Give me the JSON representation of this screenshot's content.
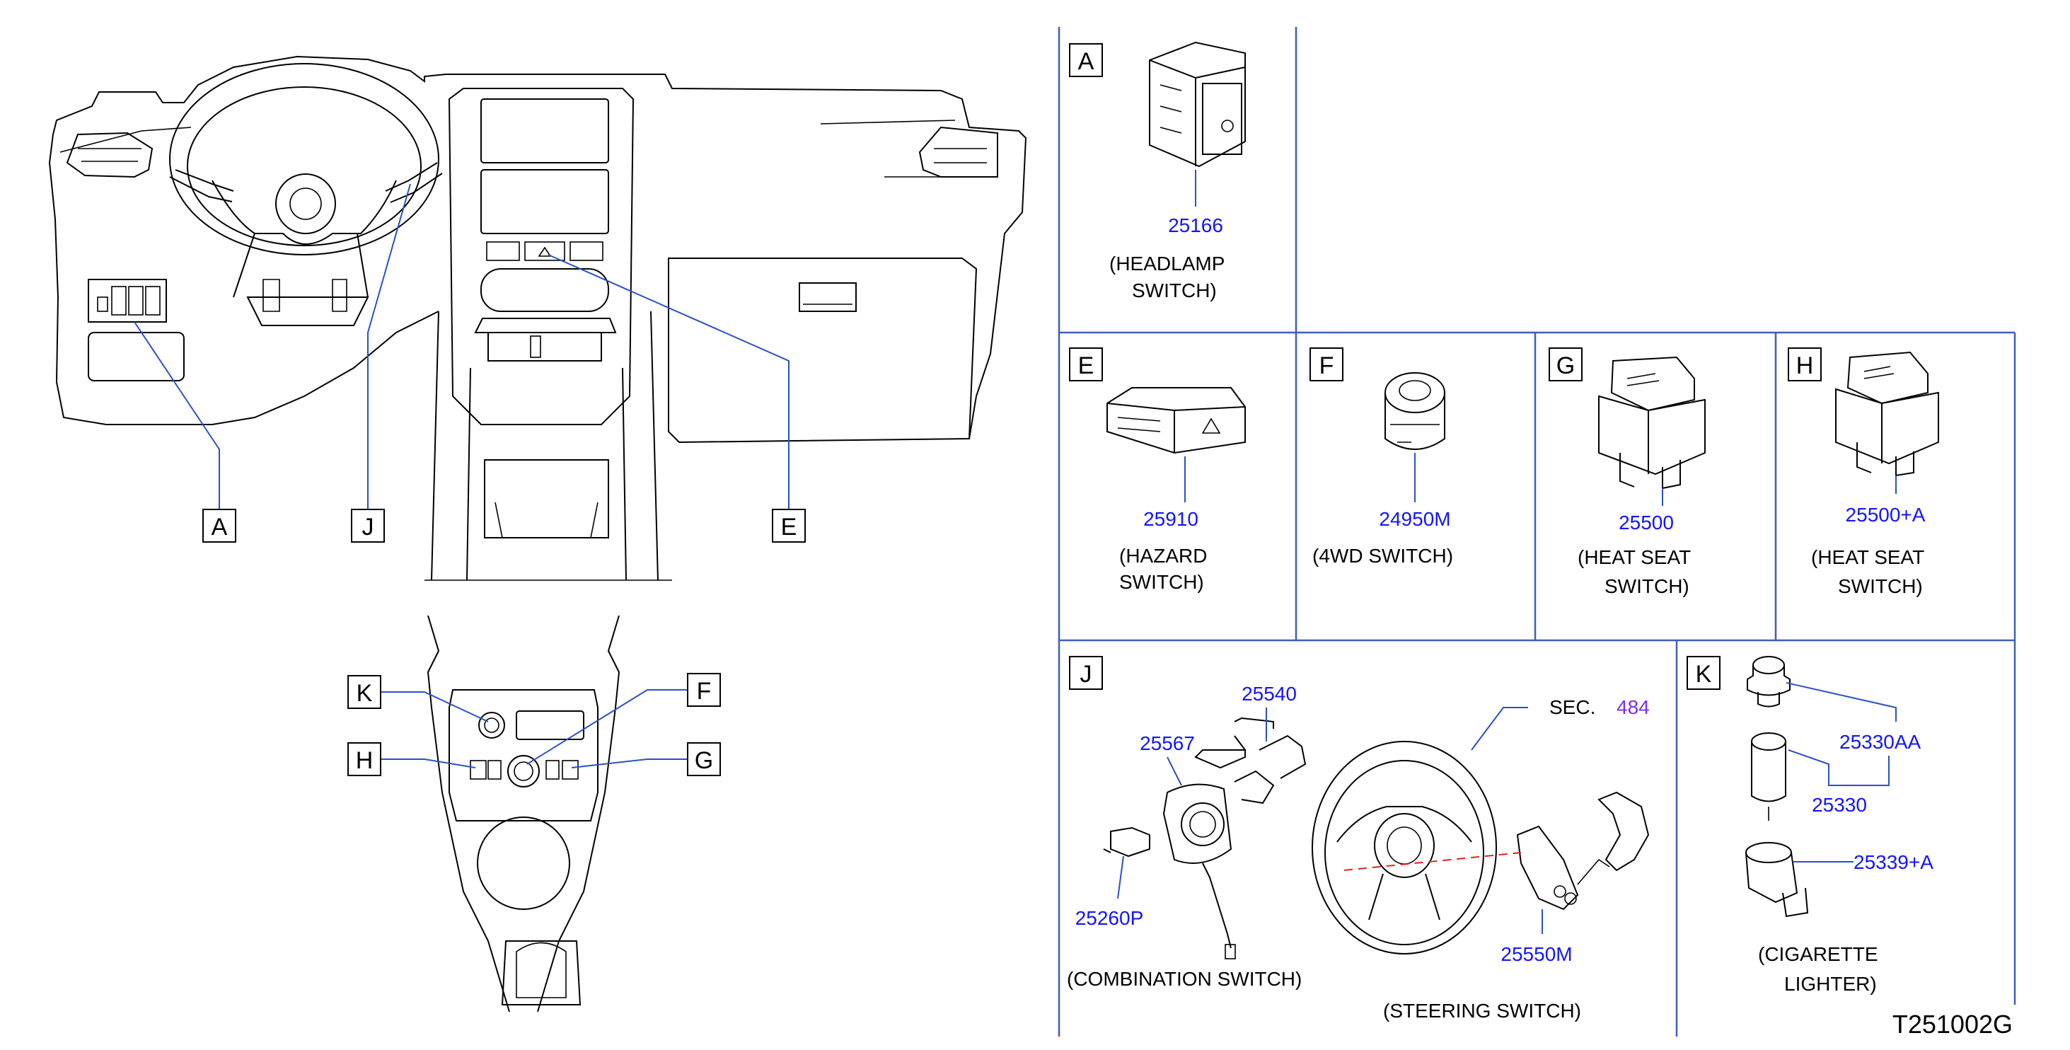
{
  "callouts_overview": [
    "A",
    "J",
    "E"
  ],
  "callouts_console": [
    "K",
    "F",
    "H",
    "G"
  ],
  "panels": {
    "A": {
      "letter": "A",
      "parts": [
        "25166"
      ],
      "caption": [
        "(HEADLAMP",
        "SWITCH)"
      ]
    },
    "E": {
      "letter": "E",
      "parts": [
        "25910"
      ],
      "caption": [
        "(HAZARD",
        "SWITCH)"
      ]
    },
    "F": {
      "letter": "F",
      "parts": [
        "24950M"
      ],
      "caption": [
        "(4WD  SWITCH)"
      ]
    },
    "G": {
      "letter": "G",
      "parts": [
        "25500"
      ],
      "caption": [
        "(HEAT  SEAT",
        "SWITCH)"
      ]
    },
    "H": {
      "letter": "H",
      "parts": [
        "25500+A"
      ],
      "caption": [
        "(HEAT  SEAT",
        "SWITCH)"
      ]
    },
    "J": {
      "letter": "J",
      "parts": [
        "25540",
        "25567",
        "25260P",
        "25550M"
      ],
      "sec_label": "SEC.",
      "sec_number": "484",
      "caption_combination": "(COMBINATION  SWITCH)",
      "caption_steering": "(STEERING  SWITCH)"
    },
    "K": {
      "letter": "K",
      "parts": [
        "25330AA",
        "25330",
        "25339+A"
      ],
      "caption": [
        "(CIGARETTE",
        "LIGHTER)"
      ]
    }
  },
  "diagram_ref": "T251002G",
  "colors": {
    "part_number": "#1414ff",
    "leader": "#2a50c8",
    "grid": "#3f5fb8",
    "sec_number": "#7b2cf0",
    "dashed_line": "#e02020"
  }
}
